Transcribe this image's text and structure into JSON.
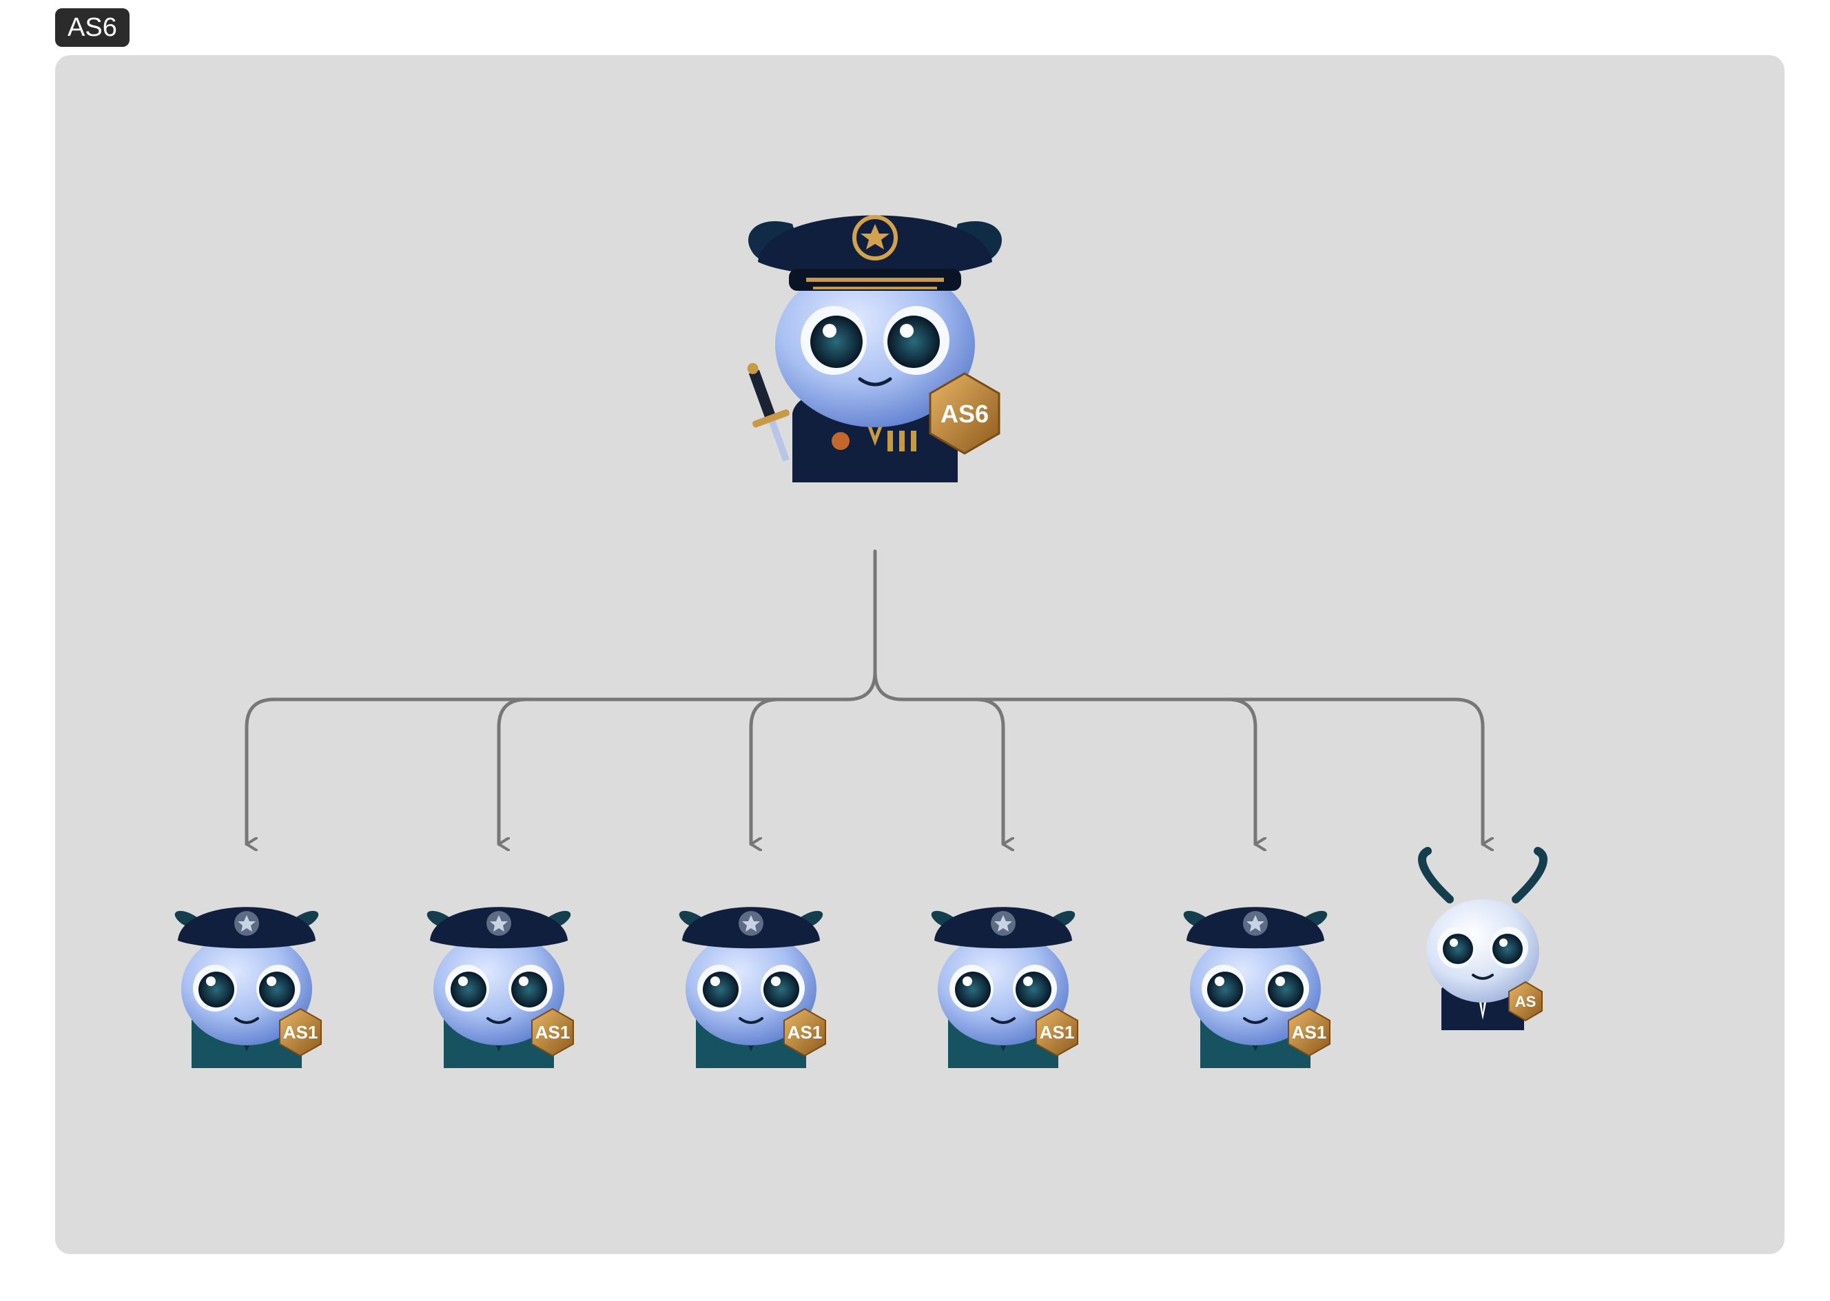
{
  "header": {
    "title": "AS6"
  },
  "diagram": {
    "root": {
      "badge": "AS6",
      "icon": "ant-general-icon"
    },
    "children": [
      {
        "badge": "AS1",
        "icon": "ant-soldier-icon"
      },
      {
        "badge": "AS1",
        "icon": "ant-soldier-icon"
      },
      {
        "badge": "AS1",
        "icon": "ant-soldier-icon"
      },
      {
        "badge": "AS1",
        "icon": "ant-soldier-icon"
      },
      {
        "badge": "AS1",
        "icon": "ant-soldier-icon"
      },
      {
        "badge": "AS",
        "icon": "ant-suit-icon"
      }
    ],
    "colors": {
      "panel": "#dcdcdc",
      "connector": "#777777",
      "ant_body": "#9fb7ee",
      "navy": "#0f1f3d",
      "antenna": "#143e4e",
      "teal_uniform": "#16525f",
      "gold": "#b07a2e"
    }
  }
}
